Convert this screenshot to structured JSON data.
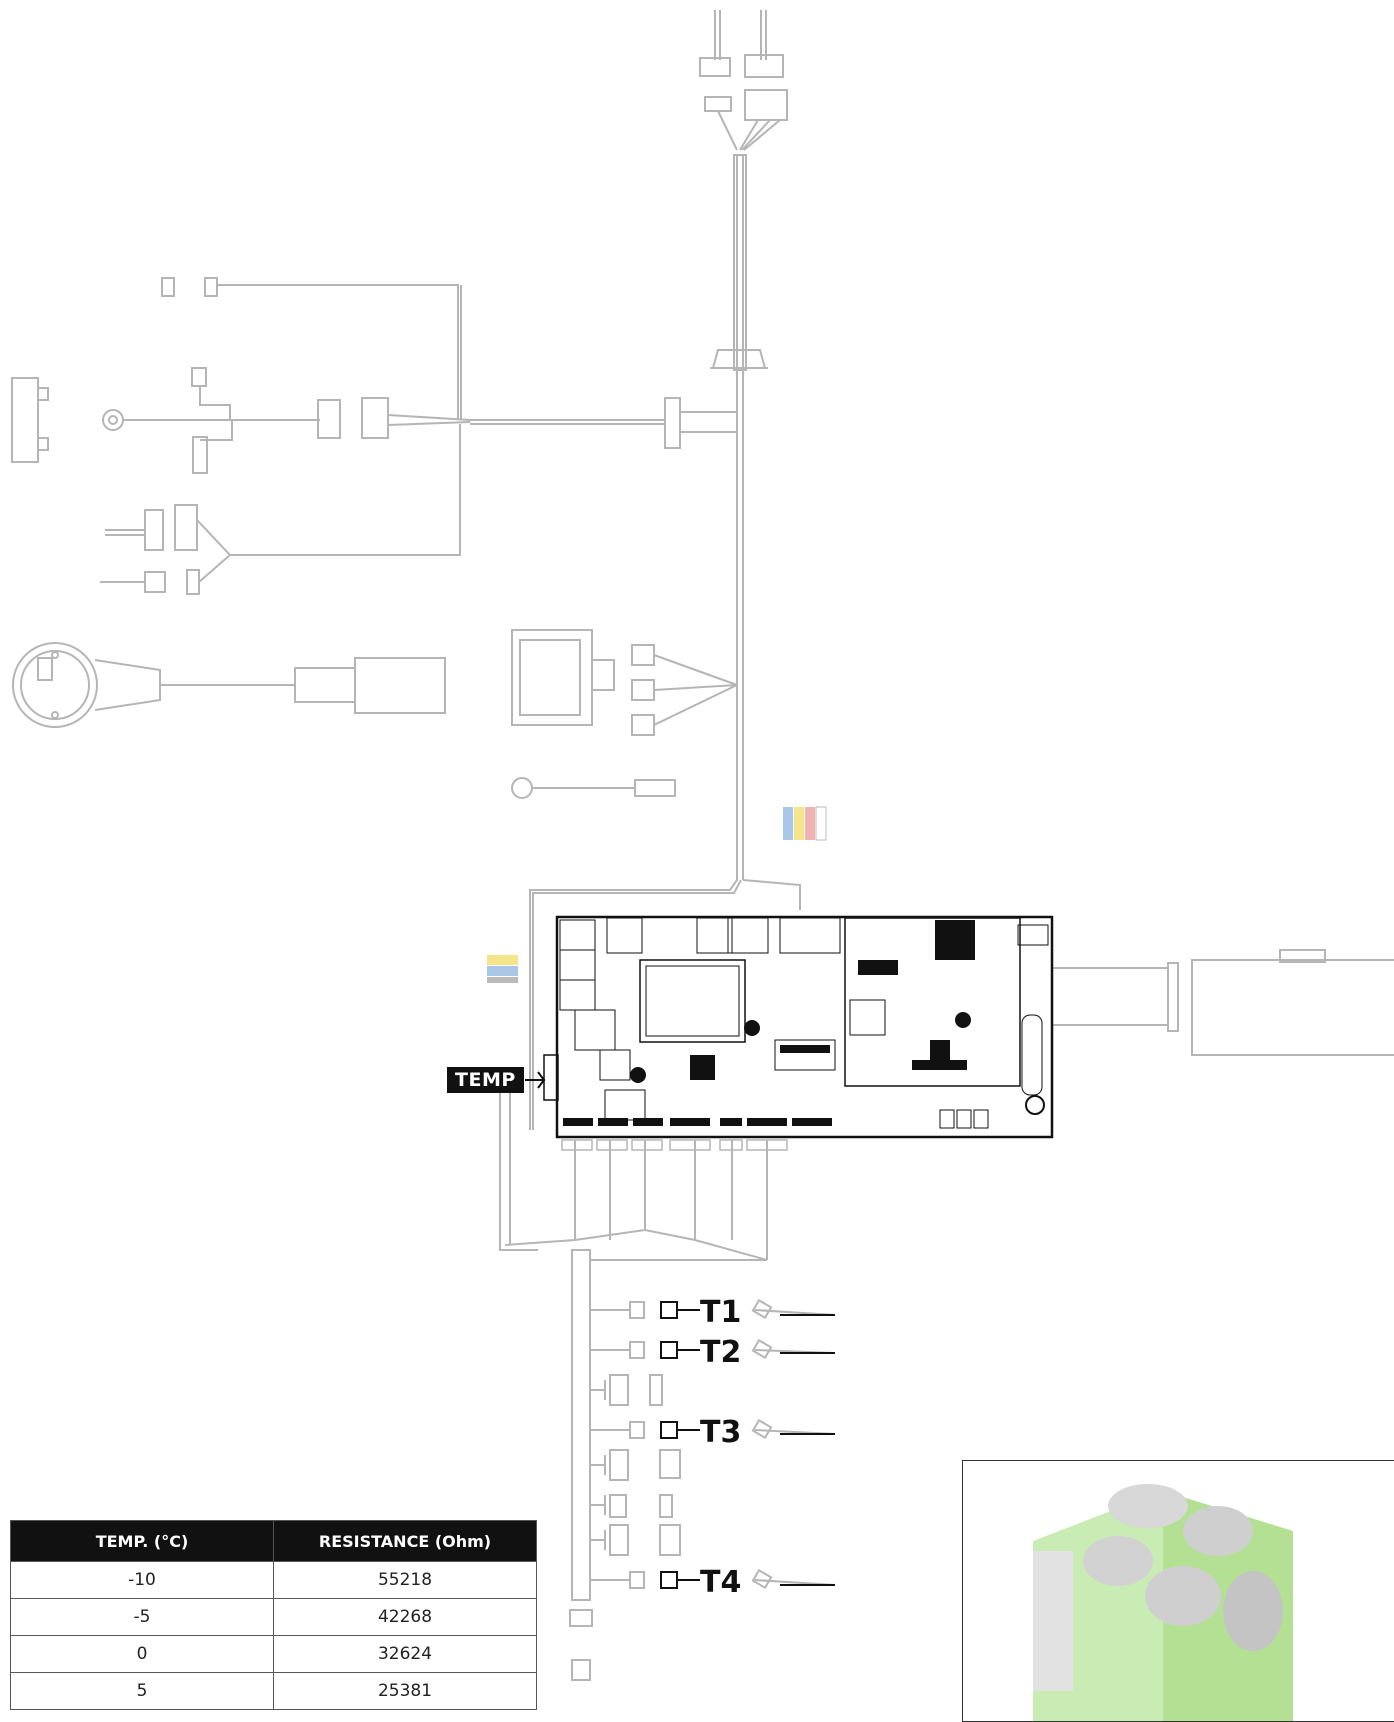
{
  "labels": {
    "temp_tag": "TEMP",
    "sensors": [
      "T1",
      "T2",
      "T3",
      "T4"
    ]
  },
  "table": {
    "headers": [
      "TEMP. (°C)",
      "RESISTANCE (Ohm)"
    ],
    "rows": [
      [
        "-10",
        "55218"
      ],
      [
        "-5",
        "42268"
      ],
      [
        "0",
        "32624"
      ],
      [
        "5",
        "25381"
      ]
    ]
  },
  "colors": {
    "wire": "#b5b5b5",
    "board": "#111111",
    "accent_green": "#9fe06a",
    "swatch_blue": "#a9c7e6",
    "swatch_yellow": "#f4e58a",
    "swatch_red": "#f2b2b2"
  }
}
